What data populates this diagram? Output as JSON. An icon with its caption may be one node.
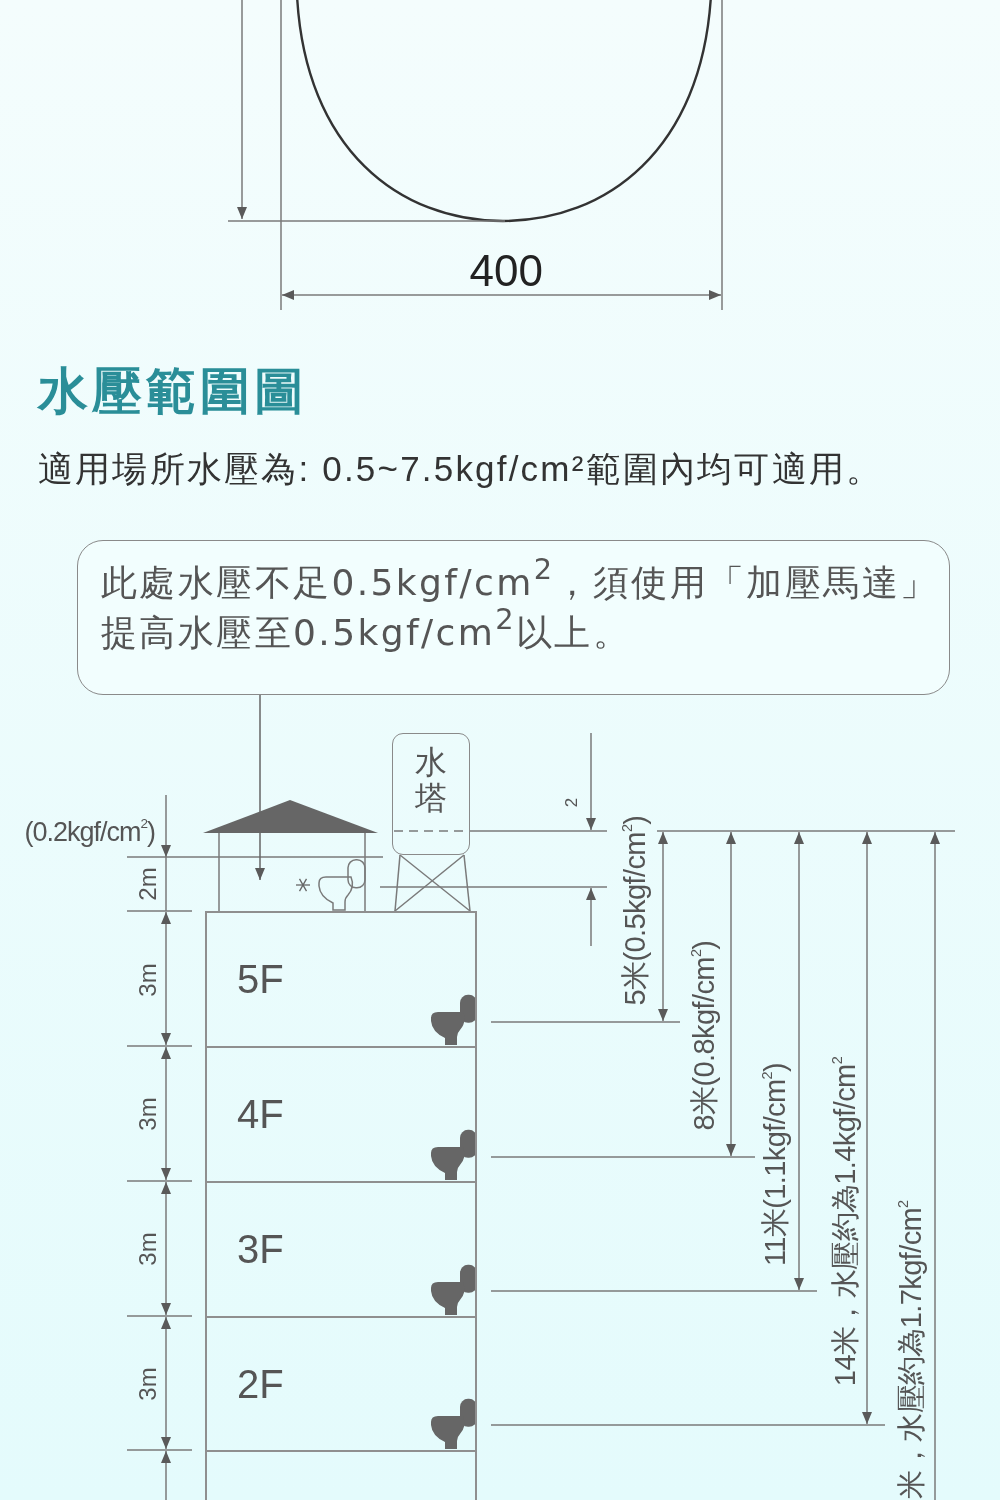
{
  "diagram": {
    "title": "水壓範圍圖",
    "nodes": [
      {
        "text": [
          "此處水壓不足0.5kgf/cm$^{2}$，須使用「加壓馬達」提高水壓至0.5kgf/cm$^{2}$以上。"
        ]
      },
      {
        "text": [],
        "shape": "picture"
      },
      {
        "text": [
          "水塔"
        ]
      },
      {
        "text": [
          "5F"
        ]
      },
      {
        "text": [
          "4F"
        ]
      },
      {
        "text": [
          "3F"
        ]
      },
      {
        "text": [
          "2F"
        ]
      },
      {
        "text": [],
        "shape": "box"
      }
    ],
    "edges": [
      {
        "from": 0,
        "to": 1,
        "arrow": "to"
      }
    ],
    "labels": [
      "400",
      "適用場所水壓為: 0.5~7.5kgf/cm²範圍內均可適用。",
      "2",
      "(0.2kgf/cm$^{2}$)",
      "2m",
      "3m",
      "3m",
      "3m",
      "3m",
      "5米(0.5kgf/cm$^{2}$)",
      "8米(0.8kgf/cm$^{2}$)",
      "11米(1.1kgf/cm$^{2}$)",
      "14米，水壓約為1.4kgf/cm$^{2}$",
      "米，水壓約為1.7kgf/cm$^{2}$"
    ]
  }
}
